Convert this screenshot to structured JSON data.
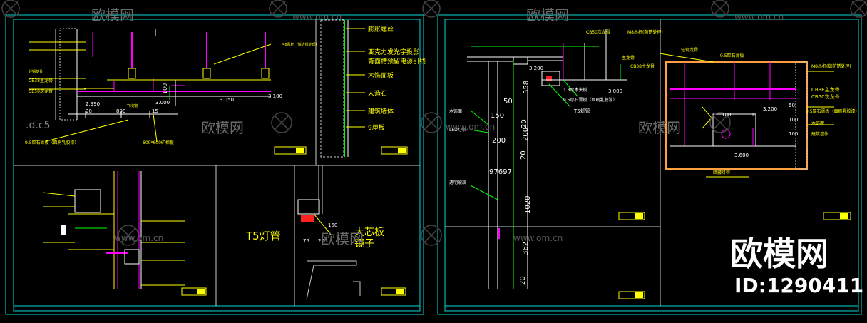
{
  "watermark": {
    "site_text": "www.om.cn",
    "brand_cn": "欧模网",
    "id_text": "ID:1290411"
  },
  "left_sheet": {
    "top_left_detail": {
      "dims": [
        "2.990",
        "3.000",
        "3.050",
        "3.100",
        "20",
        "800",
        "15",
        "100",
        "600*600矿棉板",
        "9.5厚石膏板（面刷乳胶漆）",
        "M8吊杆（做防锈处理）",
        "CB38主龙骨",
        "CB50次龙骨",
        "轻钢龙骨",
        "T5灯管"
      ],
      "scale": ".d.c5"
    },
    "top_right_detail": {
      "labels": [
        "膨胀螺丝",
        "亚克力发光字投影",
        "背面槽预留电源引线",
        "木饰面板",
        "人造石",
        "建筑墙体",
        "9厘板"
      ]
    },
    "bottom_right_detail": {
      "labels": [
        "T5灯管",
        "大芯板",
        "镜子"
      ],
      "dims": [
        "75",
        "205",
        "150"
      ]
    }
  },
  "right_sheet": {
    "left_detail": {
      "labels": [
        "CB50次龙骨",
        "M8吊杆(防锈处理)",
        "主龙骨",
        "CB38主龙骨",
        "1.8厚木夹板",
        "9.5厚石膏板（面刷乳胶漆）",
        "T5灯管",
        "木饰面",
        "LED灯带",
        "透明玻璃"
      ],
      "dims": [
        "3.200",
        "3.000",
        "50",
        "558",
        "150",
        "20",
        "200",
        "200",
        "20",
        "97697",
        "1020",
        "362",
        "20"
      ]
    },
    "right_detail": {
      "labels": [
        "轻钢龙骨",
        "9.5厚石膏板",
        "M8吊杆(做防锈处理)",
        "CB38主龙骨",
        "CB50次龙骨",
        "9.5厚石膏板（面刷乳胶漆）",
        "木饰面",
        "暗藏灯带",
        "建筑墙体"
      ],
      "dims": [
        "3.200",
        "3.600",
        "100",
        "100",
        "100",
        "50",
        "100"
      ]
    }
  }
}
